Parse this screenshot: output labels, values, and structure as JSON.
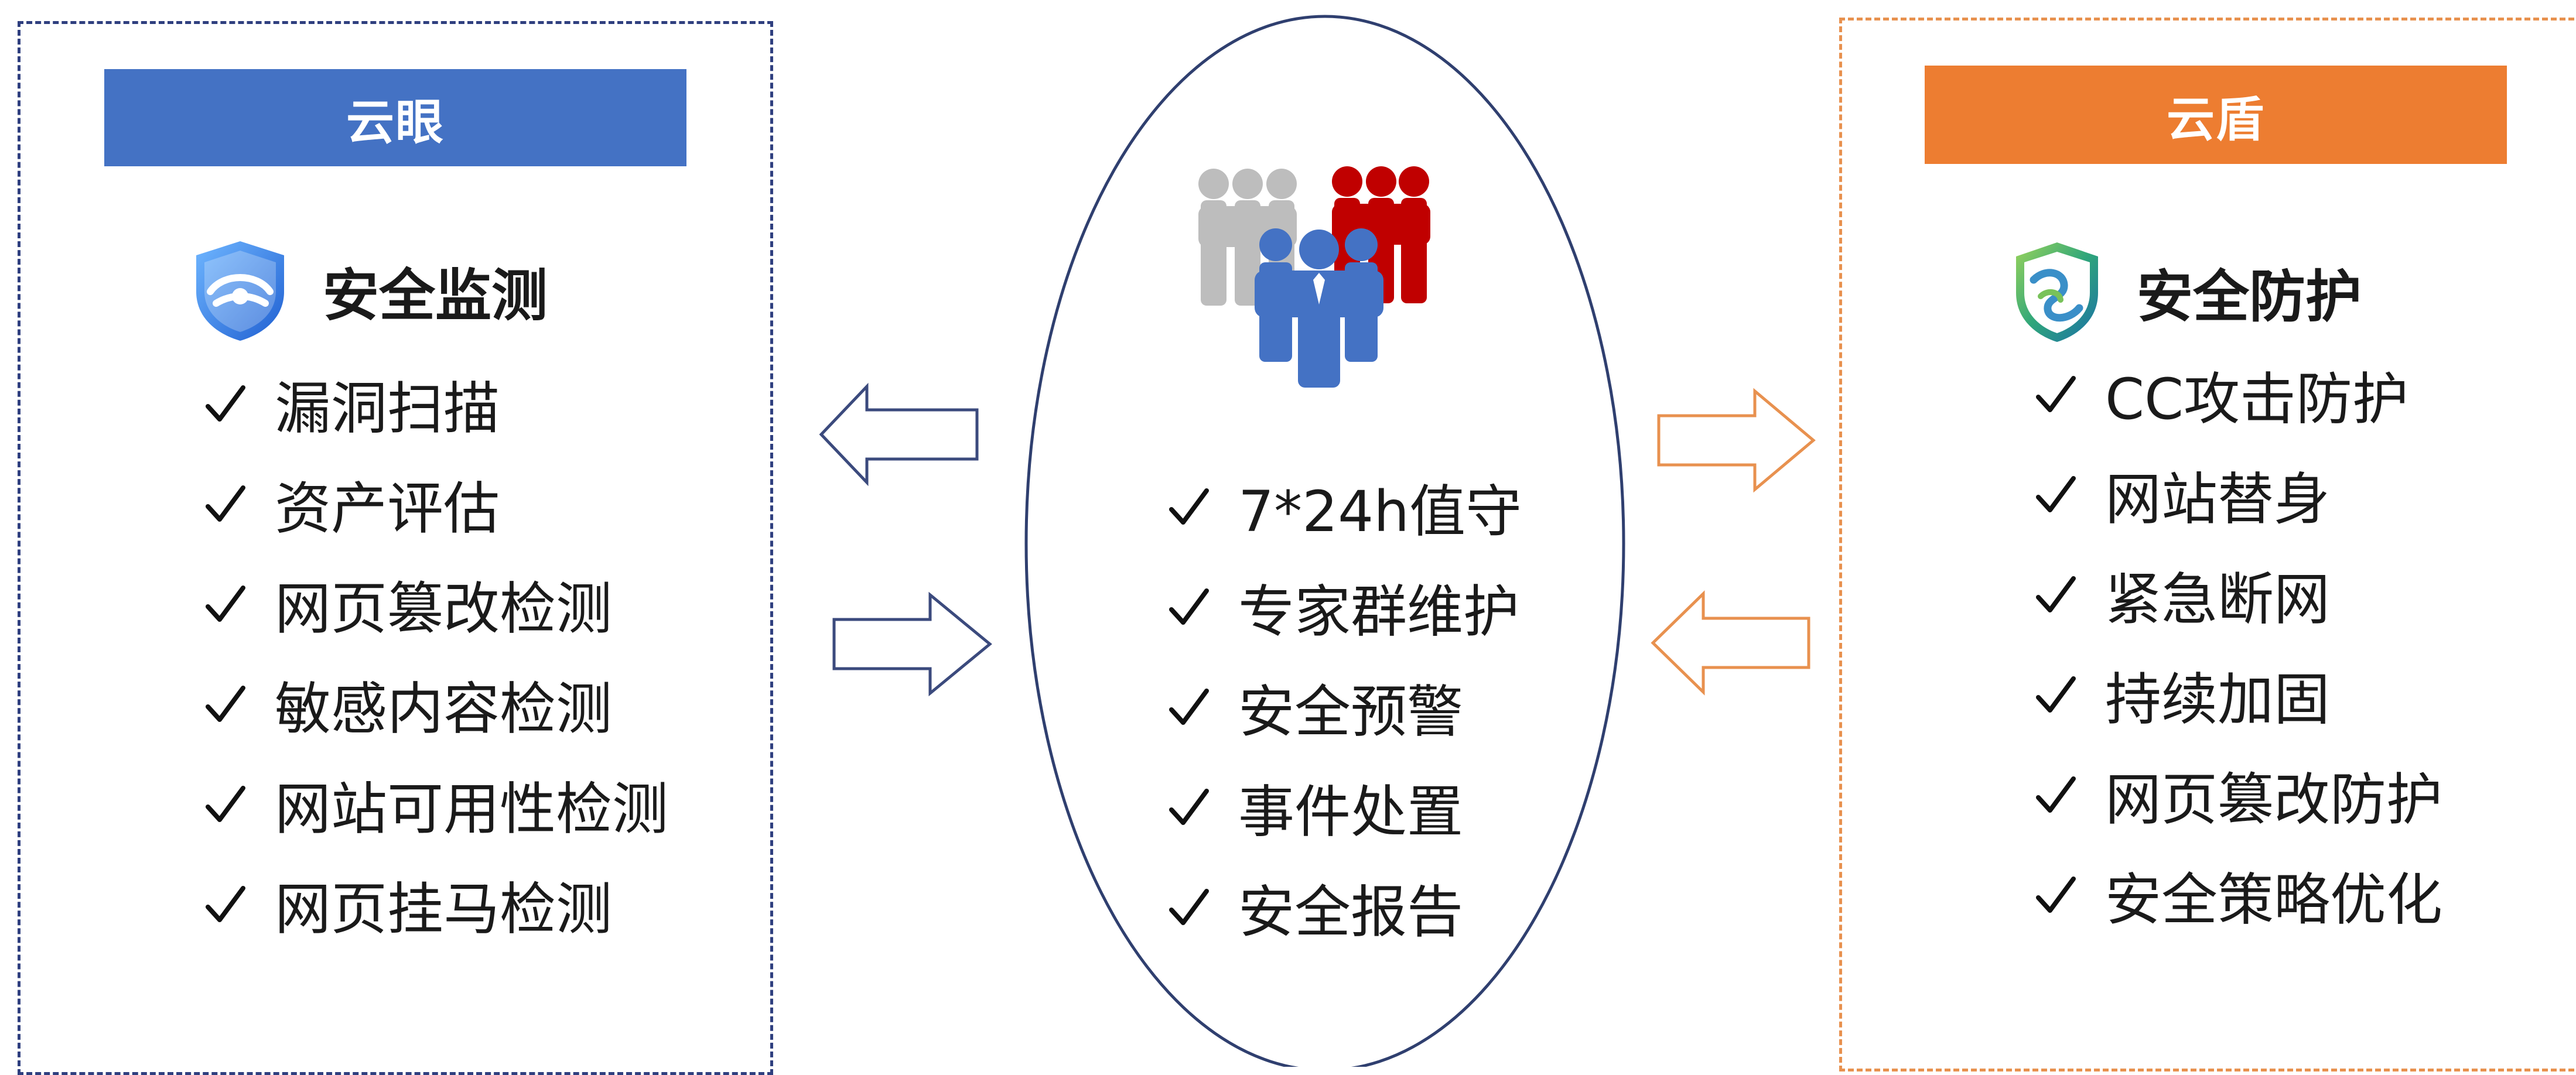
{
  "left_box": {
    "banner": "云眼",
    "title": "安全监测",
    "icon": "shield-eye-icon",
    "items": [
      "漏洞扫描",
      "资产评估",
      "网页篡改检测",
      "敏感内容检测",
      "网站可用性检测",
      "网页挂马检测"
    ]
  },
  "center": {
    "icon": "team-people-icon",
    "items": [
      "7*24h值守",
      "专家群维护",
      "安全预警",
      "事件处置",
      "安全报告"
    ]
  },
  "right_box": {
    "banner": "云盾",
    "title": "安全防护",
    "icon": "shield-wave-icon",
    "items": [
      "CC攻击防护",
      "网站替身",
      "紧急断网",
      "持续加固",
      "网页篡改防护",
      "安全策略优化"
    ]
  },
  "colors": {
    "left_accent": "#4472c4",
    "left_border": "#2f3f7f",
    "right_accent": "#ed7d31",
    "right_border": "#e8914f",
    "people_gray": "#bdbdbd",
    "people_red": "#c00000",
    "people_blue": "#4472c4",
    "ellipse": "#2f3f6f"
  }
}
